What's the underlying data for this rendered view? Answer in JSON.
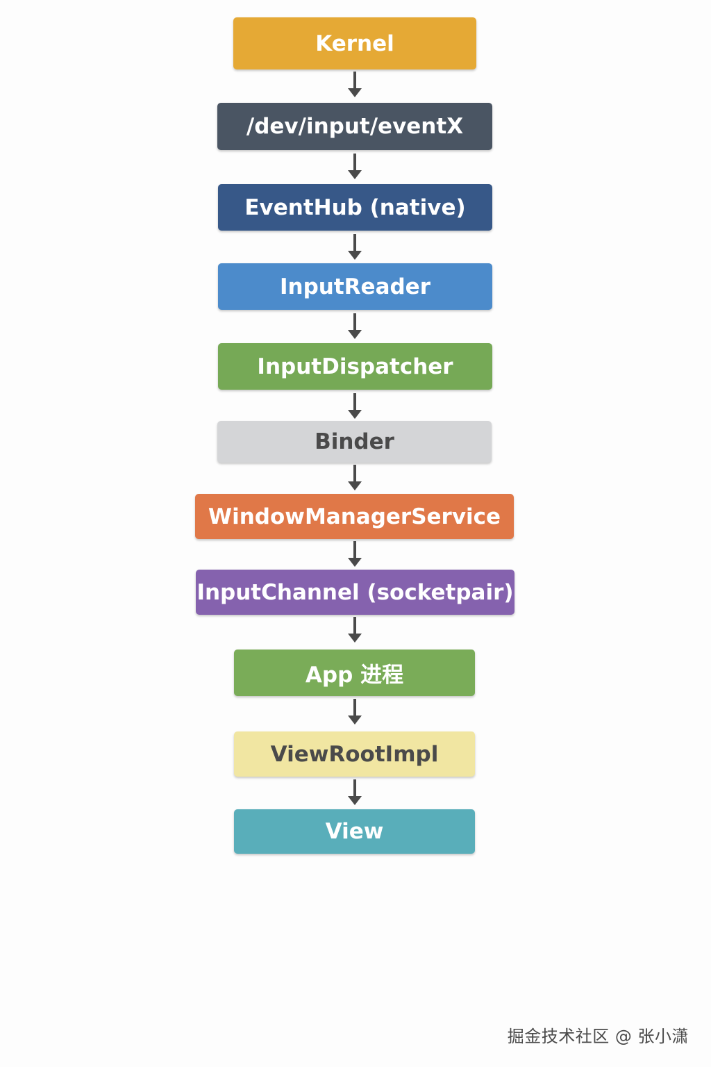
{
  "flow": {
    "nodes": [
      {
        "label": "Kernel",
        "fill": "#E5A935",
        "text_color": "#FFFFFF"
      },
      {
        "label": "/dev/input/eventX",
        "fill": "#4A5563",
        "text_color": "#FFFFFF"
      },
      {
        "label": "EventHub (native)",
        "fill": "#375888",
        "text_color": "#FFFFFF"
      },
      {
        "label": "InputReader",
        "fill": "#4C8BCB",
        "text_color": "#FFFFFF"
      },
      {
        "label": "InputDispatcher",
        "fill": "#76A956",
        "text_color": "#FFFFFF"
      },
      {
        "label": "Binder",
        "fill": "#D4D5D7",
        "text_color": "#4A4A4A"
      },
      {
        "label": "WindowManagerService",
        "fill": "#E07848",
        "text_color": "#FFFFFF"
      },
      {
        "label": "InputChannel (socketpair)",
        "fill": "#8562AE",
        "text_color": "#FFFFFF"
      },
      {
        "label": "App 进程",
        "fill": "#7AAC58",
        "text_color": "#FFFFFF"
      },
      {
        "label": "ViewRootImpl",
        "fill": "#F1E6A2",
        "text_color": "#4A4A4A"
      },
      {
        "label": "View",
        "fill": "#59AEBA",
        "text_color": "#FFFFFF"
      }
    ],
    "arrow_color": "#4A4A4A"
  },
  "watermark": "掘金技术社区 @ 张小潇"
}
